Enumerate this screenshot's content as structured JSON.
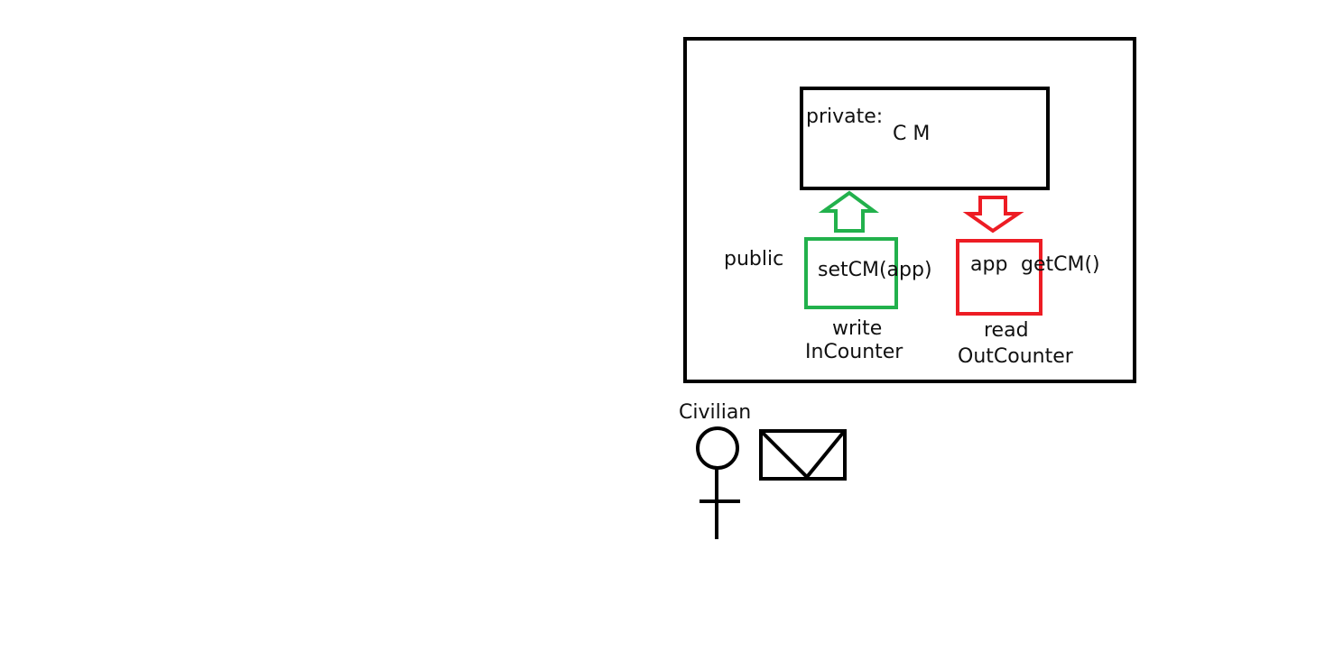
{
  "diagram": {
    "private_label": "private:",
    "cm_label": "C M",
    "public_label": "public",
    "setcm_label": "setCM(app)",
    "app_label": "app",
    "getcm_label": "getCM()",
    "write_label": "write",
    "incounter_label": "InCounter",
    "read_label": "read",
    "outcounter_label": "OutCounter",
    "civilian_label": "Civilian"
  },
  "colors": {
    "outline": "#000000",
    "write_path": "#22b14c",
    "read_path": "#ed1c24"
  },
  "icons": {
    "person": "civilian-person-icon",
    "letter": "envelope-icon",
    "up_arrow": "up-arrow-icon",
    "down_arrow": "down-arrow-icon"
  }
}
